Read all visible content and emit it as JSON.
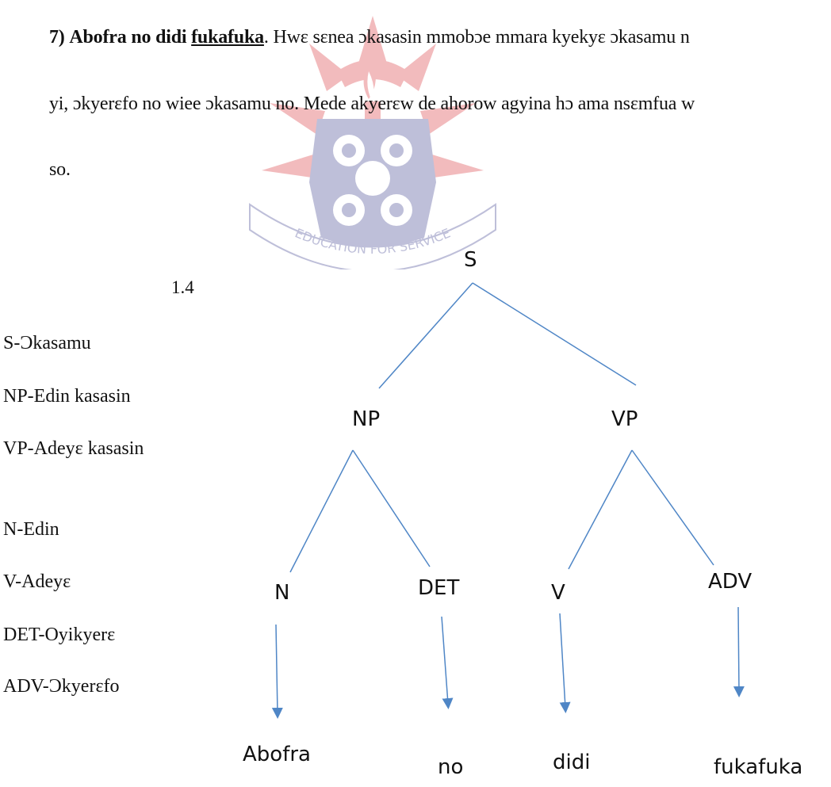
{
  "paragraph": {
    "line1": {
      "number": "7)",
      "bold_text": "Abofra no didi",
      "underlined_text": "fukafuka",
      "rest": ". Hwɛ sɛnea ɔkasasin mmobɔe mmara kyekyɛ ɔkasamu n"
    },
    "line2": "yi, ɔkyerɛfo no wiee ɔkasamu no. Mede akyerɛw de ahorow agyina hɔ ama nsɛmfua w",
    "line3": "so."
  },
  "figure_number": "1.4",
  "legend": [
    "S-Ɔkasamu",
    "NP-Edin kasasin",
    "VP-Adeyɛ kasasin",
    "N-Edin",
    "V-Adeyɛ",
    "DET-Oyikyerɛ",
    "ADV-Ɔkyerɛfo"
  ],
  "tree": {
    "root": "S",
    "np": "NP",
    "vp": "VP",
    "n": "N",
    "det": "DET",
    "v": "V",
    "adv": "ADV",
    "words": {
      "n": "Abofra",
      "det": "no",
      "v": "didi",
      "adv": "fukafuka"
    }
  },
  "watermark": {
    "text": "EDUCATION FOR SERVICE"
  },
  "colors": {
    "tree_line": "#4f86c6",
    "watermark_red": "#d9343b",
    "watermark_blue": "#3e3f8e"
  }
}
